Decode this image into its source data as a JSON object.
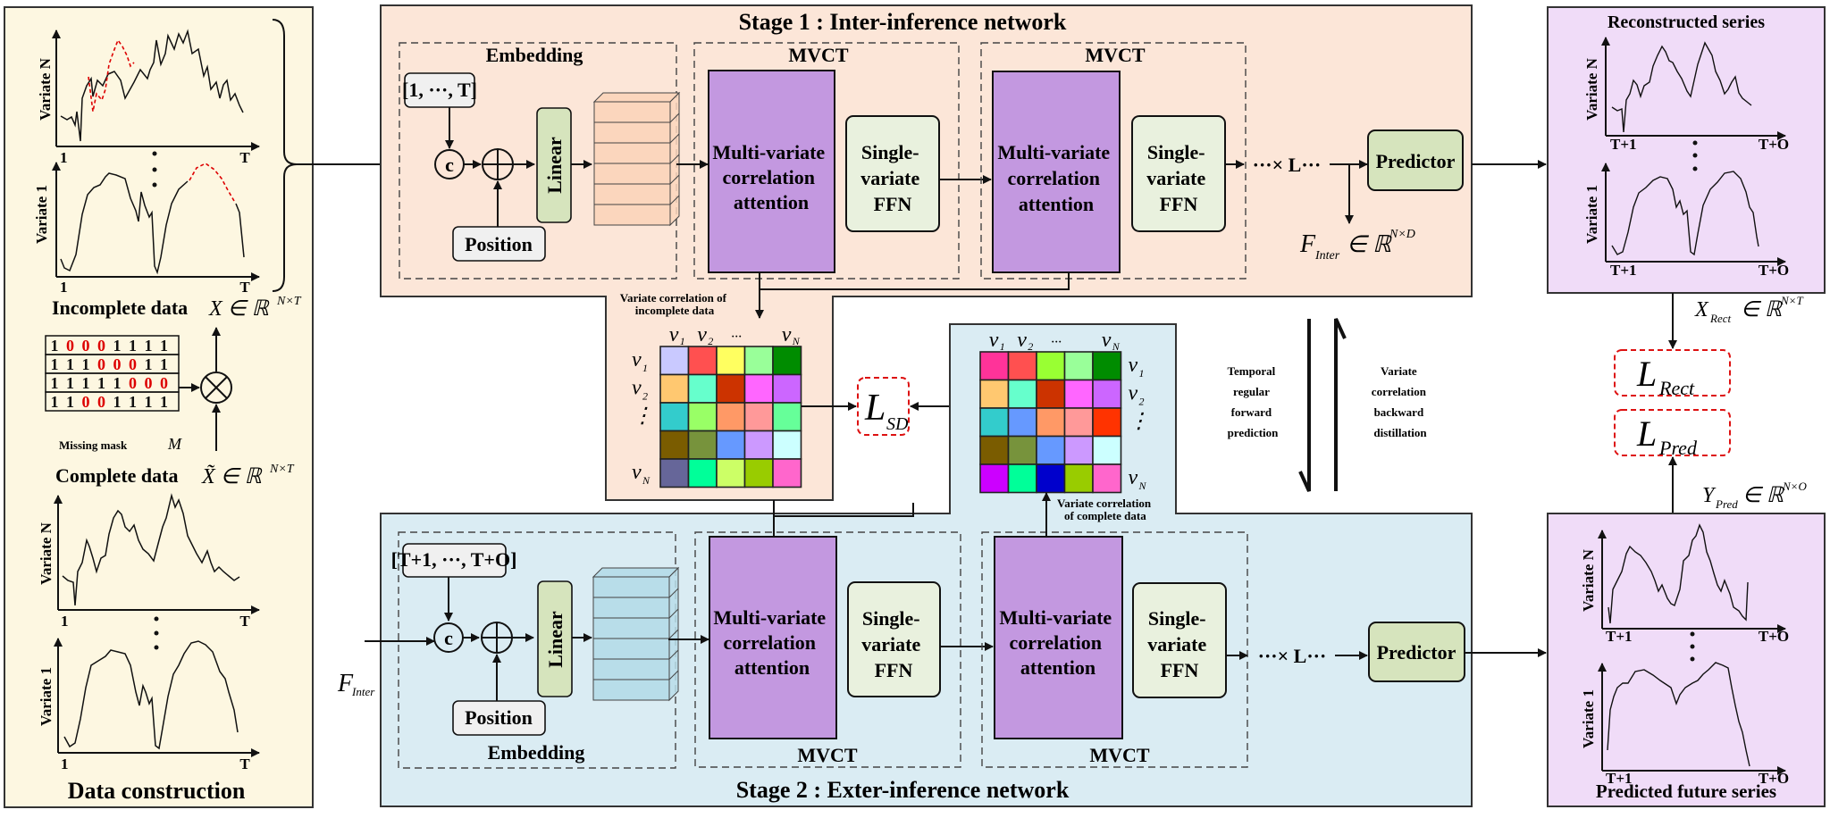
{
  "data_construction": {
    "title": "Data construction",
    "incomplete_label": "Incomplete data",
    "incomplete_math": "X ∈ ℝ",
    "incomplete_sup": "N×T",
    "complete_label": "Complete data",
    "complete_math": "X̃ ∈ ℝ",
    "complete_sup": "N×T",
    "variate_n": "Variate N",
    "variate_1": "Variate 1",
    "x_start": "1",
    "x_end": "T",
    "mask_label": "Missing  mask",
    "mask_symbol": "M",
    "mask_rows": [
      [
        1,
        0,
        0,
        0,
        1,
        1,
        1,
        1
      ],
      [
        1,
        1,
        1,
        0,
        0,
        0,
        1,
        1
      ],
      [
        1,
        1,
        1,
        1,
        1,
        0,
        0,
        0
      ],
      [
        1,
        1,
        0,
        0,
        1,
        1,
        1,
        1
      ]
    ],
    "multiply_symbol": "⊗"
  },
  "stage1": {
    "title": "Stage 1 : Inter-inference network",
    "embedding_label": "Embedding",
    "time_index": "[1, ···, T]",
    "concat_symbol": "c",
    "add_symbol": "+",
    "position_label": "Position",
    "linear_label": "Linear",
    "mvct_label": "MVCT",
    "mvca_lines": [
      "Multi-variate",
      "correlation",
      "attention"
    ],
    "ffn_lines": [
      "Single-",
      "variate",
      "FFN"
    ],
    "repeat_label": "···× L···",
    "predictor_label": "Predictor",
    "f_inter_math": "F",
    "f_inter_sub": "Inter",
    "f_inter_rest": "∈ ℝ",
    "f_inter_sup": "N×D"
  },
  "stage2": {
    "title": "Stage 2 : Exter-inference network",
    "embedding_label": "Embedding",
    "time_index": "[T+1, ···, T+O]",
    "concat_symbol": "c",
    "add_symbol": "+",
    "position_label": "Position",
    "linear_label": "Linear",
    "mvct_label": "MVCT",
    "mvca_lines": [
      "Multi-variate",
      "correlation",
      "attention"
    ],
    "ffn_lines": [
      "Single-",
      "variate",
      "FFN"
    ],
    "repeat_label": "···× L···",
    "predictor_label": "Predictor",
    "input_math": "F",
    "input_sub": "Inter"
  },
  "correlation": {
    "incomplete_caption": [
      "Variate correlation of",
      "incomplete data"
    ],
    "complete_caption": [
      "Variate correlation",
      "of complete data"
    ],
    "col_labels": [
      "v",
      "v",
      "···",
      "v"
    ],
    "col_subs": [
      "1",
      "2",
      "",
      "N"
    ],
    "row_labels": [
      "v",
      "v",
      "⋮",
      "",
      "v"
    ],
    "row_subs": [
      "1",
      "2",
      "",
      "",
      "N"
    ],
    "incomplete_colors": [
      [
        "#c9c9ff",
        "#ff5050",
        "#ffff60",
        "#99ff99",
        "#008c00"
      ],
      [
        "#ffc870",
        "#66ffcc",
        "#cc3300",
        "#ff66ff",
        "#cc66ff"
      ],
      [
        "#33cccc",
        "#99ff66",
        "#ff9966",
        "#ff9999",
        "#66ff99"
      ],
      [
        "#7a5c00",
        "#77933c",
        "#6699ff",
        "#cc99ff",
        "#ccffff"
      ],
      [
        "#666699",
        "#00ff99",
        "#ccff66",
        "#99cc00",
        "#ff66cc"
      ]
    ],
    "complete_colors": [
      [
        "#ff3399",
        "#ff5050",
        "#99ff33",
        "#99ff99",
        "#008c00"
      ],
      [
        "#ffc870",
        "#66ffcc",
        "#cc3300",
        "#ff66ff",
        "#cc66ff"
      ],
      [
        "#33cccc",
        "#6699ff",
        "#ff9966",
        "#ff9999",
        "#ff3300"
      ],
      [
        "#7a5c00",
        "#77933c",
        "#6699ff",
        "#cc99ff",
        "#ccffff"
      ],
      [
        "#cc00ff",
        "#00ff99",
        "#0000cc",
        "#99cc00",
        "#ff66cc"
      ]
    ],
    "loss_sd": "L",
    "loss_sd_sub": "SD"
  },
  "middle_labels": {
    "forward": [
      "Temporal",
      "regular",
      "forward",
      "prediction"
    ],
    "backward": [
      "Variate",
      "correlation",
      "backward",
      "distillation"
    ]
  },
  "outputs": {
    "reconstructed_title": "Reconstructed  series",
    "predicted_title": "Predicted future series",
    "variate_n": "Variate N",
    "variate_1": "Variate 1",
    "x_start": "T+1",
    "x_end": "T+O",
    "x_rect_math": "X",
    "x_rect_sub": "Rect",
    "x_rect_rest": "∈ ℝ",
    "x_rect_sup": "N×T",
    "y_pred_math": "Y",
    "y_pred_sub": "Pred",
    "y_pred_rest": "∈ ℝ",
    "y_pred_sup": "N×O",
    "loss_rect": "L",
    "loss_rect_sub": "Rect",
    "loss_pred": "L",
    "loss_pred_sub": "Pred"
  },
  "colors": {
    "data_panel": "#fdf7e1",
    "stage1_panel": "#fce6d8",
    "stage2_panel": "#daecf3",
    "output_panel": "#f0dcf8",
    "mvca_fill": "#c398e0",
    "ffn_fill": "#e9f1de",
    "linear_fill": "#d6e4bd",
    "predictor_fill": "#d6e4bd",
    "token_stage1": "#fbd6bd",
    "token_stage2": "#b8dde9",
    "gray_box": "#f0f0f0",
    "missing_red": "#dd0000",
    "loss_border": "#dd1111"
  }
}
